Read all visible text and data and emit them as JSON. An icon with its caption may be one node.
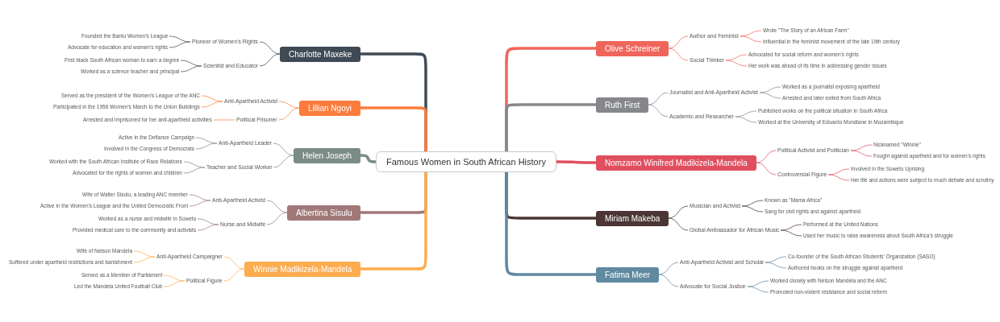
{
  "diagram": {
    "nodes": [
      {
        "text": [
          "Famous Women in South African History"
        ]
      },
      {
        "text": [
          "Charlotte Maxeke"
        ]
      },
      {
        "text": [
          "Pioneer of Women's Rights"
        ]
      },
      {
        "text": [
          "Founded the Bantu Women's League"
        ]
      },
      {
        "text": [
          "Advocate for education and women's rights"
        ]
      },
      {
        "text": [
          "Scientist and Educator"
        ]
      },
      {
        "text": [
          "First black South African woman to earn a degree"
        ]
      },
      {
        "text": [
          "Worked as a science teacher and principal"
        ]
      },
      {
        "text": [
          "Lillian Ngoyi"
        ]
      },
      {
        "text": [
          "Anti-Apartheid Activist"
        ]
      },
      {
        "text": [
          "Served as the president of the Women's League of the ANC"
        ]
      },
      {
        "text": [
          "Participated in the 1956 Women's March to the Union Buildings"
        ]
      },
      {
        "text": [
          "Political Prisoner"
        ]
      },
      {
        "text": [
          "Arrested and imprisoned for her anti-apartheid activities"
        ]
      },
      {
        "text": [
          "Helen Joseph"
        ]
      },
      {
        "text": [
          "Anti-Apartheid Leader"
        ]
      },
      {
        "text": [
          "Active in the Defiance Campaign"
        ]
      },
      {
        "text": [
          "Involved in the Congress of Democrats"
        ]
      },
      {
        "text": [
          "Teacher and Social Worker"
        ]
      },
      {
        "text": [
          "Worked with the South African Institute of Race Relations"
        ]
      },
      {
        "text": [
          "Advocated for the rights of women and children"
        ]
      },
      {
        "text": [
          "Albertina Sisulu"
        ]
      },
      {
        "text": [
          "Anti-Apartheid Activist"
        ]
      },
      {
        "text": [
          "Wife of Walter Sisulu, a leading ANC member"
        ]
      },
      {
        "text": [
          "Active in the Women's League and the United Democratic Front"
        ]
      },
      {
        "text": [
          "Nurse and Midwife"
        ]
      },
      {
        "text": [
          "Worked as a nurse and midwife in Soweto"
        ]
      },
      {
        "text": [
          "Provided medical care to the community and activists"
        ]
      },
      {
        "text": [
          "Winnie Madikizela-Mandela"
        ]
      },
      {
        "text": [
          "Anti-Apartheid Campaigner"
        ]
      },
      {
        "text": [
          "Wife of Nelson Mandela"
        ]
      },
      {
        "text": [
          "Suffered under apartheid restrictions and banishment"
        ]
      },
      {
        "text": [
          "Political Figure"
        ]
      },
      {
        "text": [
          "Served as a Member of Parliament"
        ]
      },
      {
        "text": [
          "Led the Mandela United Football Club"
        ]
      },
      {
        "text": [
          "Olive Schreiner"
        ]
      },
      {
        "text": [
          "Author and Feminist"
        ]
      },
      {
        "text": [
          "Wrote \"The Story of an African Farm\""
        ]
      },
      {
        "text": [
          "Influential in the feminist movement of the late 19th century"
        ]
      },
      {
        "text": [
          "Social Thinker"
        ]
      },
      {
        "text": [
          "Advocated for social reform and women's rights"
        ]
      },
      {
        "text": [
          "Her work was ahead of its time in addressing gender issues"
        ]
      },
      {
        "text": [
          "Ruth First"
        ]
      },
      {
        "text": [
          "Journalist and Anti-Apartheid Activist"
        ]
      },
      {
        "text": [
          "Worked as a journalist exposing apartheid"
        ]
      },
      {
        "text": [
          "Arrested and later exiled from South Africa"
        ]
      },
      {
        "text": [
          "Academic and Researcher"
        ]
      },
      {
        "text": [
          "Published works on the political situation in South Africa"
        ]
      },
      {
        "text": [
          "Worked at the University of Eduardo Mondlane in Mozambique"
        ]
      },
      {
        "text": [
          "Nomzamo Winifred Madikizela-Mandela"
        ]
      },
      {
        "text": [
          "Political Activist and Politician"
        ]
      },
      {
        "text": [
          "Nicknamed \"Winnie\""
        ]
      },
      {
        "text": [
          "Fought against apartheid and for women's rights"
        ]
      },
      {
        "text": [
          "Controversial Figure"
        ]
      },
      {
        "text": [
          "Involved in the Soweto Uprising"
        ]
      },
      {
        "text": [
          "Her life and actions were subject to much debate and scrutiny"
        ]
      },
      {
        "text": [
          "Miriam Makeba"
        ]
      },
      {
        "text": [
          "Musician and Activist"
        ]
      },
      {
        "text": [
          "Known as \"Mama Africa\""
        ]
      },
      {
        "text": [
          "Sang for civil rights and against apartheid"
        ]
      },
      {
        "text": [
          "Global Ambassador for African Music"
        ]
      },
      {
        "text": [
          "Performed at the United Nations"
        ]
      },
      {
        "text": [
          "Used her music to raise awareness about South Africa's struggle"
        ]
      },
      {
        "text": [
          "Fatima Meer"
        ]
      },
      {
        "text": [
          "Anti-Apartheid Activist and Scholar"
        ]
      },
      {
        "text": [
          "Co-founder of the South African Students' Organization (SASO)"
        ]
      },
      {
        "text": [
          "Authored books on the struggle against apartheid"
        ]
      },
      {
        "text": [
          "Advocate for Social Justice"
        ]
      },
      {
        "text": [
          "Worked closely with Nelson Mandela and the ANC"
        ]
      },
      {
        "text": [
          "Promoted non-violent resistance and social reform"
        ]
      }
    ],
    "edges": [
      {
        "from": 0,
        "to": 1,
        "arrow": "none",
        "style": "thick",
        "color": "#3f4a55"
      },
      {
        "from": 1,
        "to": 2,
        "arrow": "none",
        "color": "#3f4a55"
      },
      {
        "from": 2,
        "to": 3,
        "arrow": "none",
        "color": "#3f4a55"
      },
      {
        "from": 2,
        "to": 4,
        "arrow": "none",
        "color": "#3f4a55"
      },
      {
        "from": 1,
        "to": 5,
        "arrow": "none",
        "color": "#3f4a55"
      },
      {
        "from": 5,
        "to": 6,
        "arrow": "none",
        "color": "#3f4a55"
      },
      {
        "from": 5,
        "to": 7,
        "arrow": "none",
        "color": "#3f4a55"
      },
      {
        "from": 0,
        "to": 8,
        "arrow": "none",
        "style": "thick",
        "color": "#fb7c3c"
      },
      {
        "from": 8,
        "to": 9,
        "arrow": "none",
        "color": "#fb7c3c"
      },
      {
        "from": 9,
        "to": 10,
        "arrow": "none",
        "color": "#fb7c3c"
      },
      {
        "from": 9,
        "to": 11,
        "arrow": "none",
        "color": "#fb7c3c"
      },
      {
        "from": 8,
        "to": 12,
        "arrow": "none",
        "color": "#fb7c3c"
      },
      {
        "from": 12,
        "to": 13,
        "arrow": "none",
        "color": "#fb7c3c"
      },
      {
        "from": 0,
        "to": 14,
        "arrow": "none",
        "style": "thick",
        "color": "#7b8c87"
      },
      {
        "from": 14,
        "to": 15,
        "arrow": "none",
        "color": "#7b8c87"
      },
      {
        "from": 15,
        "to": 16,
        "arrow": "none",
        "color": "#7b8c87"
      },
      {
        "from": 15,
        "to": 17,
        "arrow": "none",
        "color": "#7b8c87"
      },
      {
        "from": 14,
        "to": 18,
        "arrow": "none",
        "color": "#7b8c87"
      },
      {
        "from": 18,
        "to": 19,
        "arrow": "none",
        "color": "#7b8c87"
      },
      {
        "from": 18,
        "to": 20,
        "arrow": "none",
        "color": "#7b8c87"
      },
      {
        "from": 0,
        "to": 21,
        "arrow": "none",
        "style": "thick",
        "color": "#a07878"
      },
      {
        "from": 21,
        "to": 22,
        "arrow": "none",
        "color": "#a07878"
      },
      {
        "from": 22,
        "to": 23,
        "arrow": "none",
        "color": "#a07878"
      },
      {
        "from": 22,
        "to": 24,
        "arrow": "none",
        "color": "#a07878"
      },
      {
        "from": 21,
        "to": 25,
        "arrow": "none",
        "color": "#a07878"
      },
      {
        "from": 25,
        "to": 26,
        "arrow": "none",
        "color": "#a07878"
      },
      {
        "from": 25,
        "to": 27,
        "arrow": "none",
        "color": "#a07878"
      },
      {
        "from": 0,
        "to": 28,
        "arrow": "none",
        "style": "thick",
        "color": "#fdac4f"
      },
      {
        "from": 28,
        "to": 29,
        "arrow": "none",
        "color": "#fdac4f"
      },
      {
        "from": 29,
        "to": 30,
        "arrow": "none",
        "color": "#fdac4f"
      },
      {
        "from": 29,
        "to": 31,
        "arrow": "none",
        "color": "#fdac4f"
      },
      {
        "from": 28,
        "to": 32,
        "arrow": "none",
        "color": "#fdac4f"
      },
      {
        "from": 32,
        "to": 33,
        "arrow": "none",
        "color": "#fdac4f"
      },
      {
        "from": 32,
        "to": 34,
        "arrow": "none",
        "color": "#fdac4f"
      },
      {
        "from": 0,
        "to": 35,
        "arrow": "none",
        "style": "thick",
        "color": "#f0655a"
      },
      {
        "from": 35,
        "to": 36,
        "arrow": "none",
        "color": "#f0655a"
      },
      {
        "from": 36,
        "to": 37,
        "arrow": "none",
        "color": "#f0655a"
      },
      {
        "from": 36,
        "to": 38,
        "arrow": "none",
        "color": "#f0655a"
      },
      {
        "from": 35,
        "to": 39,
        "arrow": "none",
        "color": "#f0655a"
      },
      {
        "from": 39,
        "to": 40,
        "arrow": "none",
        "color": "#f0655a"
      },
      {
        "from": 39,
        "to": 41,
        "arrow": "none",
        "color": "#f0655a"
      },
      {
        "from": 0,
        "to": 42,
        "arrow": "none",
        "style": "thick",
        "color": "#85878b"
      },
      {
        "from": 42,
        "to": 43,
        "arrow": "none",
        "color": "#85878b"
      },
      {
        "from": 43,
        "to": 44,
        "arrow": "none",
        "color": "#85878b"
      },
      {
        "from": 43,
        "to": 45,
        "arrow": "none",
        "color": "#85878b"
      },
      {
        "from": 42,
        "to": 46,
        "arrow": "none",
        "color": "#85878b"
      },
      {
        "from": 46,
        "to": 47,
        "arrow": "none",
        "color": "#85878b"
      },
      {
        "from": 46,
        "to": 48,
        "arrow": "none",
        "color": "#85878b"
      },
      {
        "from": 0,
        "to": 49,
        "arrow": "none",
        "style": "thick",
        "color": "#e04f5f"
      },
      {
        "from": 49,
        "to": 50,
        "arrow": "none",
        "color": "#e04f5f"
      },
      {
        "from": 50,
        "to": 51,
        "arrow": "none",
        "color": "#e04f5f"
      },
      {
        "from": 50,
        "to": 52,
        "arrow": "none",
        "color": "#e04f5f"
      },
      {
        "from": 49,
        "to": 53,
        "arrow": "none",
        "color": "#e04f5f"
      },
      {
        "from": 53,
        "to": 54,
        "arrow": "none",
        "color": "#e04f5f"
      },
      {
        "from": 53,
        "to": 55,
        "arrow": "none",
        "color": "#e04f5f"
      },
      {
        "from": 0,
        "to": 56,
        "arrow": "none",
        "style": "thick",
        "color": "#4b3535"
      },
      {
        "from": 56,
        "to": 57,
        "arrow": "none",
        "color": "#4b3535"
      },
      {
        "from": 57,
        "to": 58,
        "arrow": "none",
        "color": "#4b3535"
      },
      {
        "from": 57,
        "to": 59,
        "arrow": "none",
        "color": "#4b3535"
      },
      {
        "from": 56,
        "to": 60,
        "arrow": "none",
        "color": "#4b3535"
      },
      {
        "from": 60,
        "to": 61,
        "arrow": "none",
        "color": "#4b3535"
      },
      {
        "from": 60,
        "to": 62,
        "arrow": "none",
        "color": "#4b3535"
      },
      {
        "from": 0,
        "to": 63,
        "arrow": "none",
        "style": "thick",
        "color": "#5f8aa0"
      },
      {
        "from": 63,
        "to": 64,
        "arrow": "none",
        "color": "#5f8aa0"
      },
      {
        "from": 64,
        "to": 65,
        "arrow": "none",
        "color": "#5f8aa0"
      },
      {
        "from": 64,
        "to": 66,
        "arrow": "none",
        "color": "#5f8aa0"
      },
      {
        "from": 63,
        "to": 67,
        "arrow": "none",
        "color": "#5f8aa0"
      },
      {
        "from": 67,
        "to": 68,
        "arrow": "none",
        "color": "#5f8aa0"
      },
      {
        "from": 67,
        "to": 69,
        "arrow": "none",
        "color": "#5f8aa0"
      }
    ]
  }
}
